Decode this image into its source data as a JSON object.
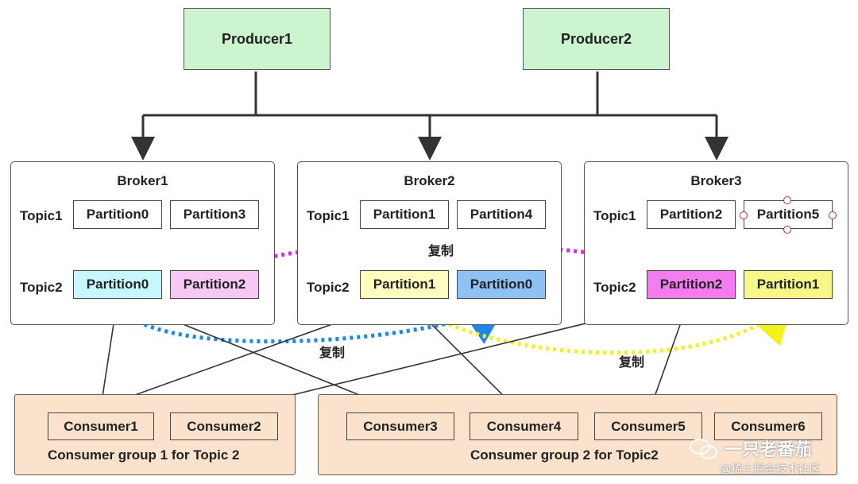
{
  "producers": [
    {
      "label": "Producer1"
    },
    {
      "label": "Producer2"
    }
  ],
  "brokers": [
    {
      "label": "Broker1",
      "topic1_label": "Topic1",
      "topic2_label": "Topic2",
      "topic1_partitions": [
        "Partition0",
        "Partition3"
      ],
      "topic2_partitions": [
        "Partition0",
        "Partition2"
      ]
    },
    {
      "label": "Broker2",
      "topic1_label": "Topic1",
      "topic2_label": "Topic2",
      "topic1_partitions": [
        "Partition1",
        "Partition4"
      ],
      "topic2_partitions": [
        "Partition1",
        "Partition0"
      ]
    },
    {
      "label": "Broker3",
      "topic1_label": "Topic1",
      "topic2_label": "Topic2",
      "topic1_partitions": [
        "Partition2",
        "Partition5"
      ],
      "topic2_partitions": [
        "Partition2",
        "Partition1"
      ]
    }
  ],
  "replication_label": "复制",
  "colors": {
    "producer": "#ccf5cf",
    "leader_b1": "#c8f8ff",
    "follower_b1": "#f8c8f4",
    "leader_b2": "#ffffc0",
    "follower_b2": "#8ec2f5",
    "leader_b3": "#f47cf0",
    "follower_b3": "#f8f88a",
    "replicate_magenta": "#e028e0",
    "replicate_blue": "#1a86ee",
    "replicate_yellow": "#f2f21a",
    "consumer_group": "#fbe2cc"
  },
  "consumer_groups": [
    {
      "label": "Consumer group 1 for Topic 2",
      "consumers": [
        "Consumer1",
        "Consumer2"
      ]
    },
    {
      "label": "Consumer group 2 for Topic2",
      "consumers": [
        "Consumer3",
        "Consumer4",
        "Consumer5",
        "Consumer6"
      ]
    }
  ],
  "watermark": {
    "line1": "一只老番茄",
    "line2": "@稀土掘金技术社区"
  }
}
